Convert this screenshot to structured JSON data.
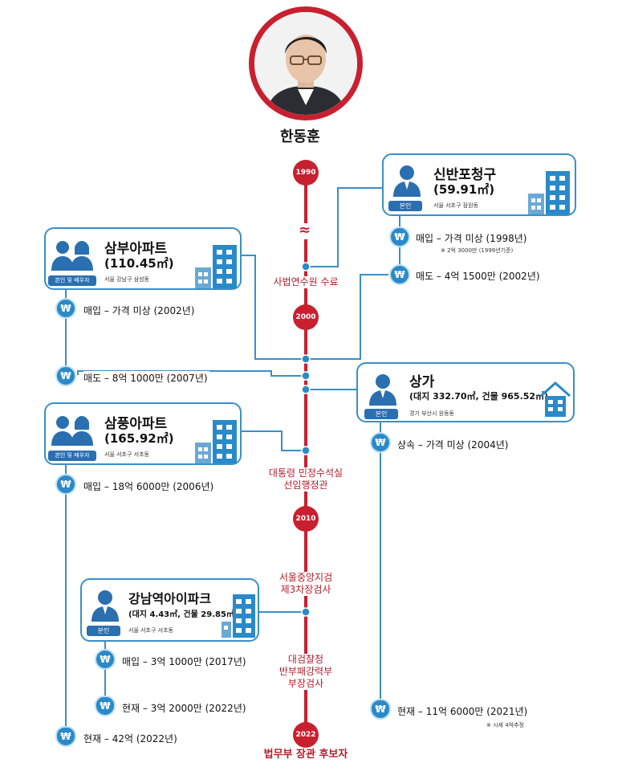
{
  "person": {
    "name": "한동훈"
  },
  "timeline": {
    "years": [
      "1990",
      "2000",
      "2010",
      "2022"
    ],
    "break": "≈",
    "milestones": [
      {
        "lines": [
          "사법연수원 수료"
        ]
      },
      {
        "lines": [
          "대통령 민정수석실",
          "선임행정관"
        ]
      },
      {
        "lines": [
          "서울중앙지검",
          "제3차장검사"
        ]
      },
      {
        "lines": [
          "대검찰청",
          "반부패강력부",
          "부장검사"
        ]
      },
      {
        "lines": [
          "법무부 장관 후보자"
        ]
      }
    ]
  },
  "properties": [
    {
      "id": "sinban",
      "title": "신반포청구",
      "size": "(59.91㎡)",
      "owner": "본인",
      "location": "서울 서초구 잠원동",
      "events": [
        {
          "icon": "won-coin",
          "text": "매입 – 가격 미상 (1998년)",
          "note": "※ 2억 3000만 (1999년기준)"
        },
        {
          "icon": "won-coin",
          "text": "매도 – 4억 1500만 (2002년)"
        }
      ]
    },
    {
      "id": "sambu",
      "title": "삼부아파트",
      "size": "(110.45㎡)",
      "owner": "본인 및 배우자",
      "location": "서울 강남구 삼성동",
      "events": [
        {
          "icon": "won-coin",
          "text": "매입 – 가격 미상 (2002년)"
        },
        {
          "icon": "won-coin",
          "text": "매도 – 8억 1000만 (2007년)"
        }
      ]
    },
    {
      "id": "sangga",
      "title": "상가",
      "size": "(대지 332.70㎡, 건물 965.52㎡)",
      "owner": "본인",
      "location": "경기 부산시 원동동",
      "events": [
        {
          "icon": "won-coin",
          "text": "상속 – 가격 미상 (2004년)"
        },
        {
          "icon": "money-bag",
          "text": "현재 – 11억 6000만 (2021년)",
          "note": "※ 시세 4억추정"
        }
      ]
    },
    {
      "id": "sampung",
      "title": "삼풍아파트",
      "size": "(165.92㎡)",
      "owner": "본인 및 배우자",
      "location": "서울 서초구 서초동",
      "events": [
        {
          "icon": "won-coin",
          "text": "매입 – 18억 6000만 (2006년)"
        },
        {
          "icon": "money-bag",
          "text": "현재 – 42억 (2022년)"
        }
      ]
    },
    {
      "id": "gangnam",
      "title": "강남역아이파크",
      "size": "(대지 4.43㎡, 건물 29.85㎡)",
      "owner": "본인",
      "location": "서울 서초구 서초동",
      "events": [
        {
          "icon": "won-coin",
          "text": "매입 – 3억 1000만 (2017년)"
        },
        {
          "icon": "money-bag",
          "text": "현재 – 3억 2000만 (2022년)"
        }
      ]
    }
  ],
  "colors": {
    "accent_blue": "#3a8fc8",
    "timeline_red": "#c8202f",
    "milestone_text": "#b51d2b"
  }
}
